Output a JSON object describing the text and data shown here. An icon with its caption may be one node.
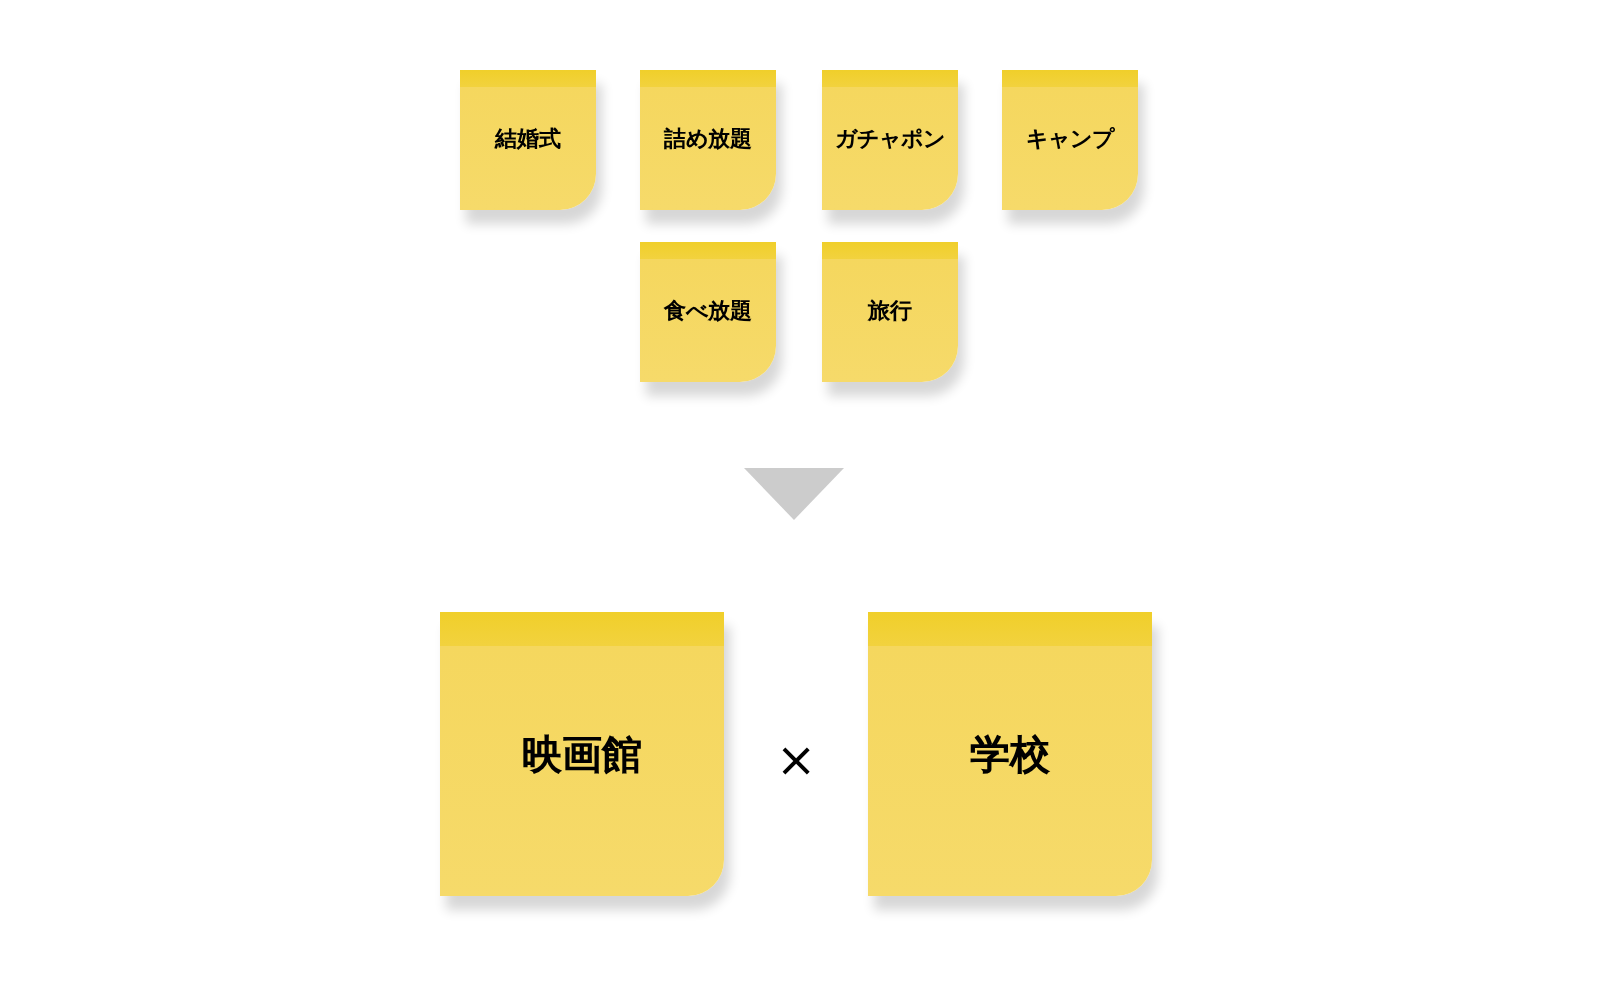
{
  "diagram": {
    "nodes": [
      {
        "text": [
          "結婚式"
        ]
      },
      {
        "text": [
          "詰め放題"
        ]
      },
      {
        "text": [
          "ガチャポン"
        ]
      },
      {
        "text": [
          "キャンプ"
        ]
      },
      {
        "text": [
          "食べ放題"
        ]
      },
      {
        "text": [
          "旅行"
        ]
      },
      {
        "text": [
          "映画館"
        ]
      },
      {
        "text": [
          "学校"
        ]
      }
    ],
    "labels": [
      "×"
    ]
  }
}
